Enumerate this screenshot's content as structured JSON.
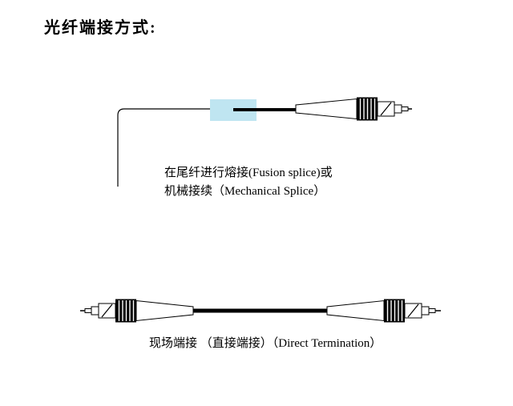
{
  "title": "光纤端接方式:",
  "captions": {
    "fusion_line1": "在尾纤进行熔接(Fusion splice)或",
    "fusion_line2": "机械接续（Mechanical Splice）",
    "direct": "现场端接 （直接端接）（Direct Termination）"
  },
  "colors": {
    "splice_sleeve_fill": "#bfe5f1",
    "line": "#000000",
    "background": "#ffffff"
  }
}
